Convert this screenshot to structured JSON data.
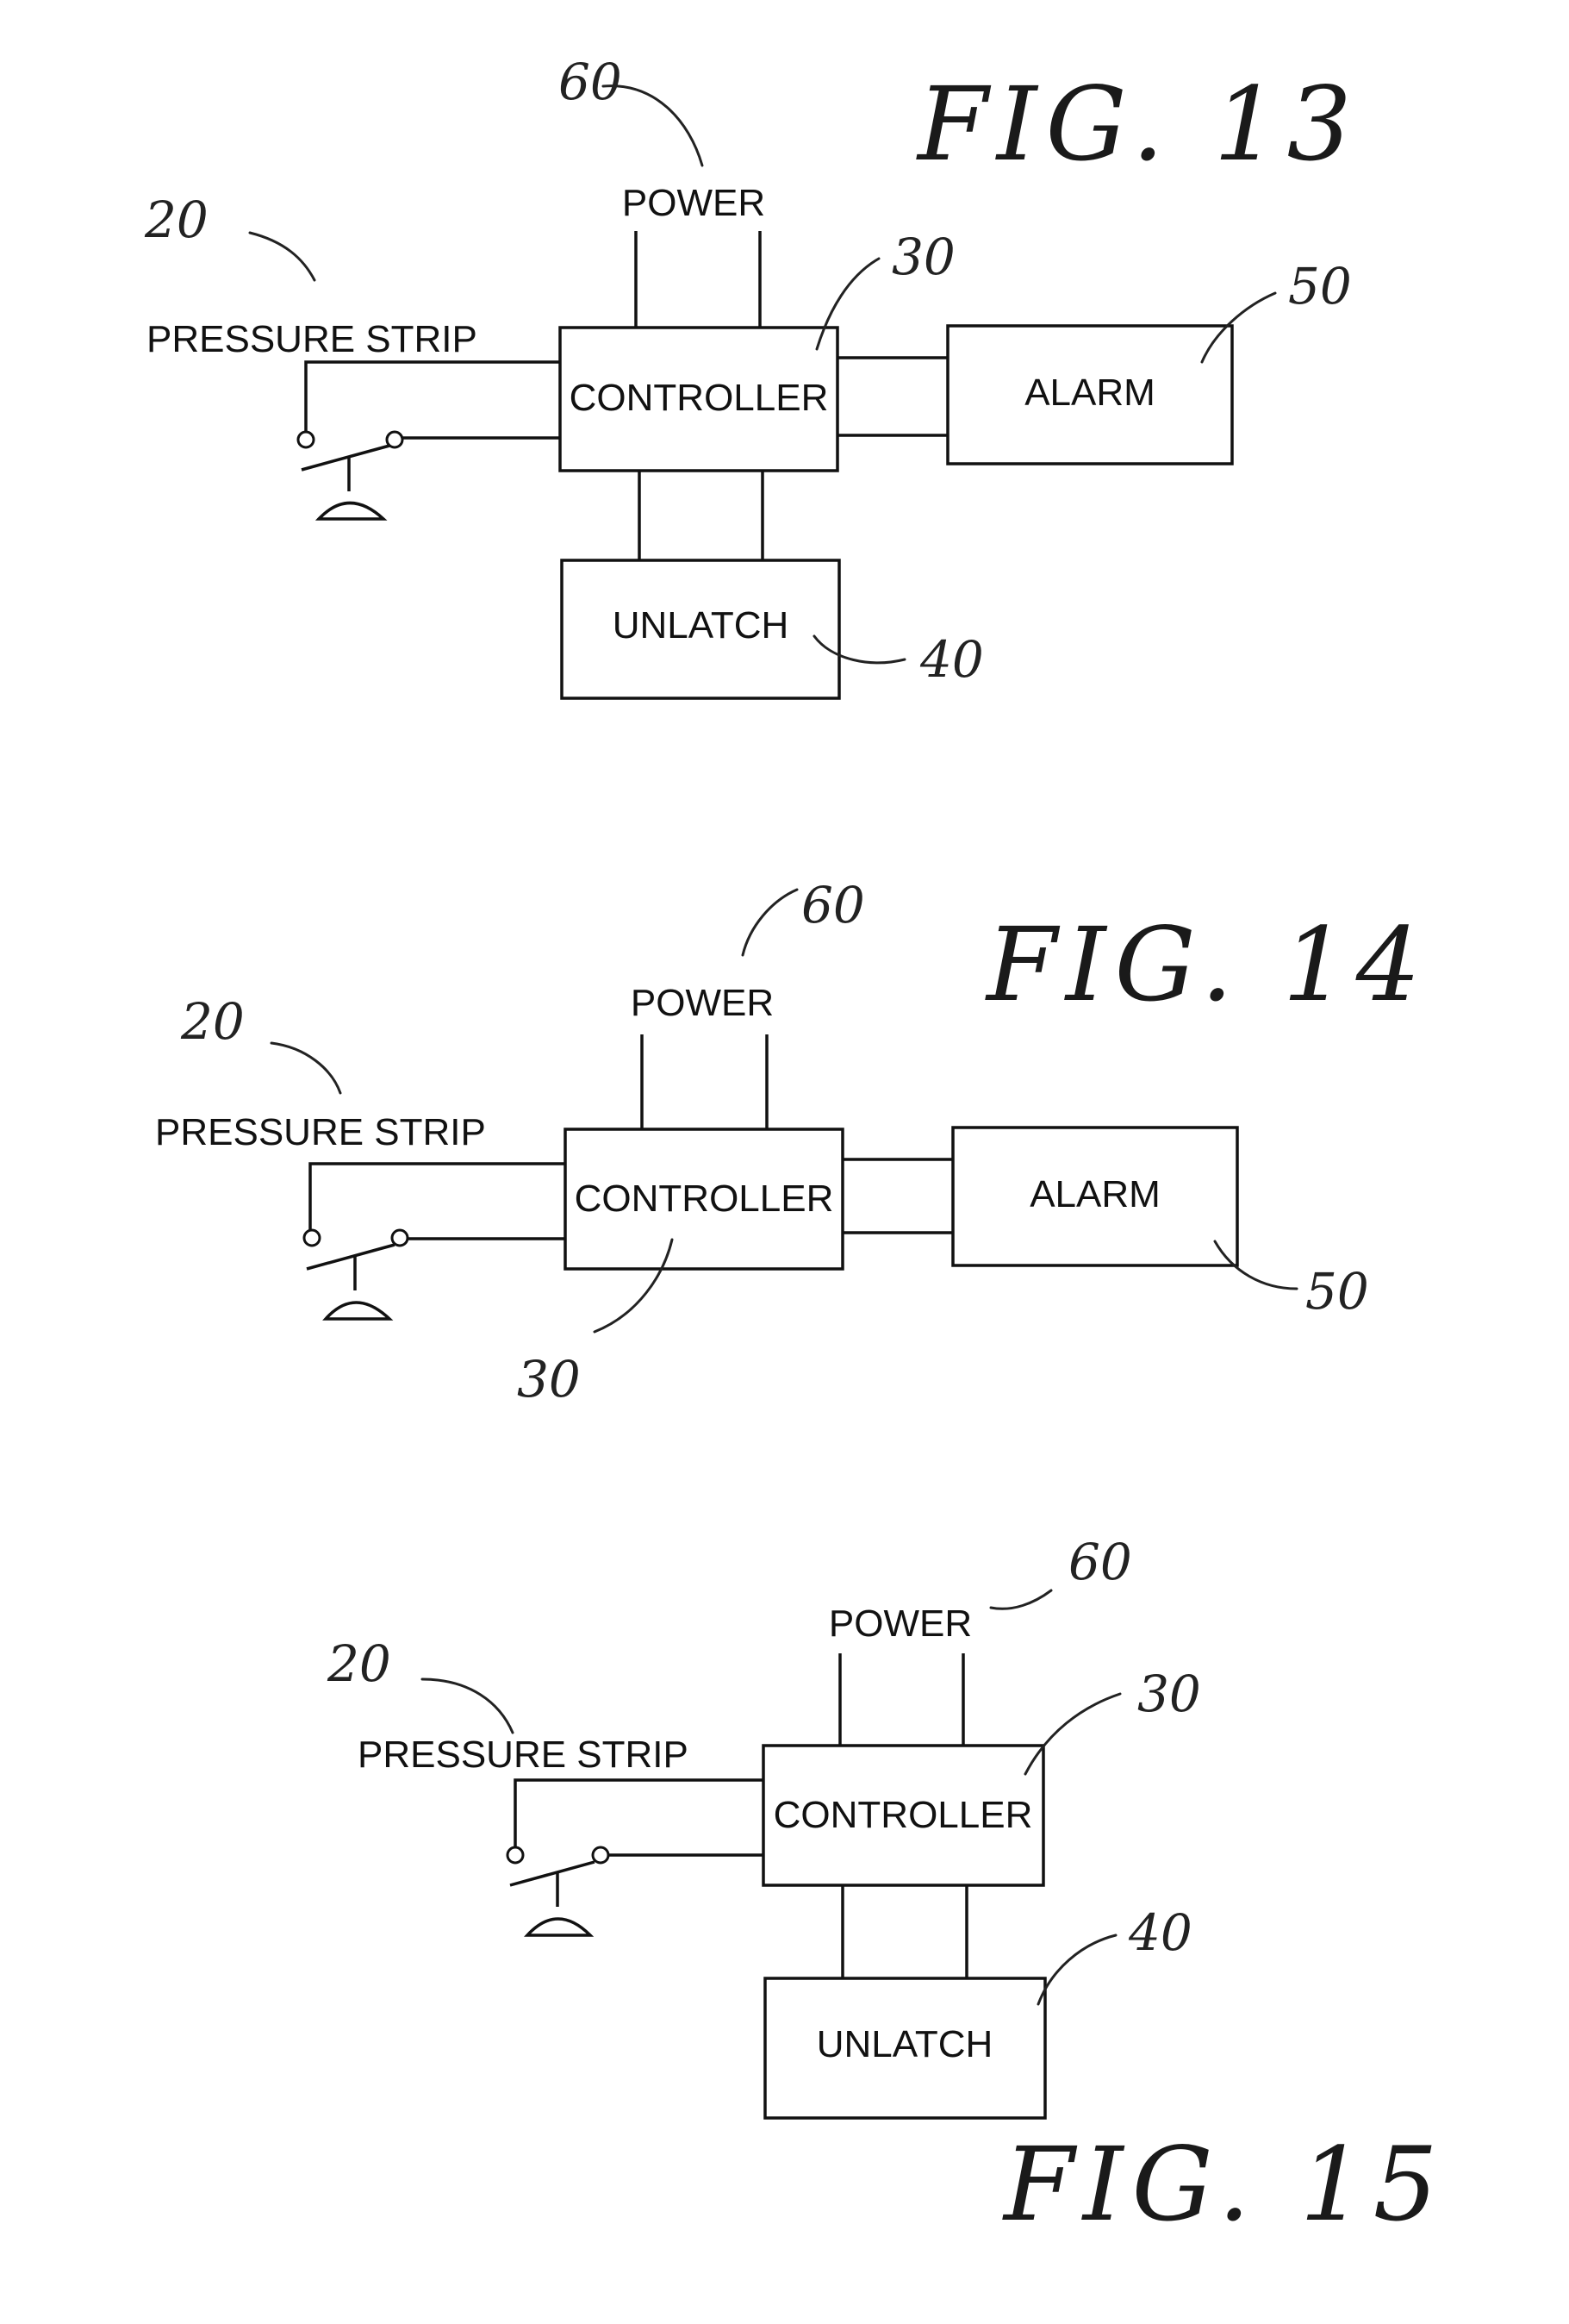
{
  "fig13": {
    "title": "FIG. 13",
    "power_label": "POWER",
    "strip_label": "PRESSURE STRIP",
    "controller_label": "CONTROLLER",
    "alarm_label": "ALARM",
    "unlatch_label": "UNLATCH",
    "ref_power": "60",
    "ref_strip": "20",
    "ref_controller": "30",
    "ref_alarm": "50",
    "ref_unlatch": "40"
  },
  "fig14": {
    "title": "FIG. 14",
    "power_label": "POWER",
    "strip_label": "PRESSURE STRIP",
    "controller_label": "CONTROLLER",
    "alarm_label": "ALARM",
    "ref_power": "60",
    "ref_strip": "20",
    "ref_controller": "30",
    "ref_alarm": "50"
  },
  "fig15": {
    "title": "FIG. 15",
    "power_label": "POWER",
    "strip_label": "PRESSURE STRIP",
    "controller_label": "CONTROLLER",
    "unlatch_label": "UNLATCH",
    "ref_power": "60",
    "ref_strip": "20",
    "ref_controller": "30",
    "ref_unlatch": "40"
  }
}
